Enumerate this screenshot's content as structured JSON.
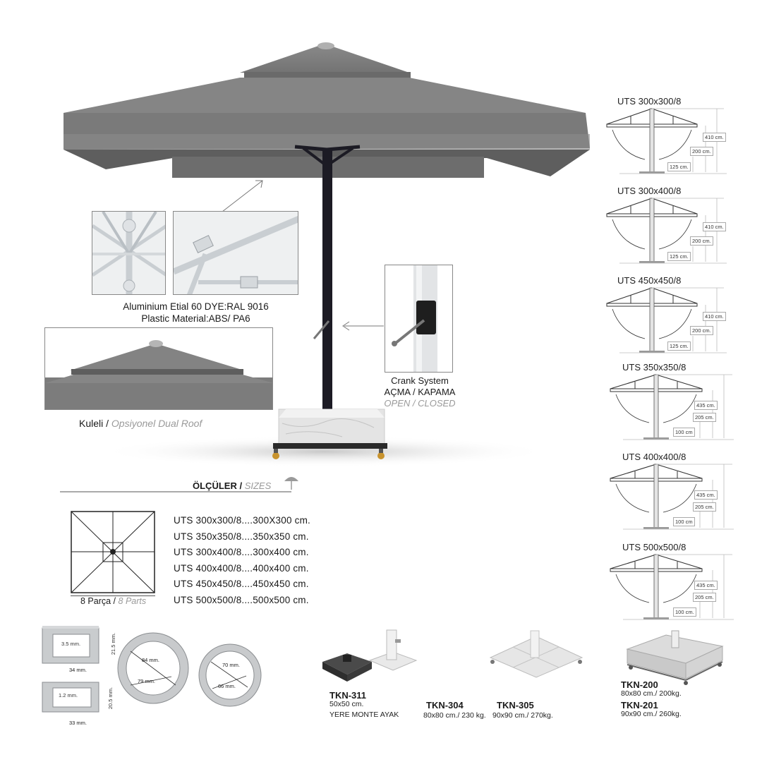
{
  "material": {
    "line1": "Aluminium Etial 60 DYE:RAL 9016",
    "line2": "Plastic Material:ABS/ PA6"
  },
  "crank": {
    "title": "Crank System",
    "tr": "AÇMA / KAPAMA",
    "en": "OPEN / CLOSED"
  },
  "roof": {
    "tr": "Kuleli /",
    "en": "Opsiyonel Dual Roof"
  },
  "sizes_header": {
    "tr": "ÖLÇÜLER /",
    "en": "SIZES"
  },
  "parts": {
    "tr": "8 Parça /",
    "en": "8 Parts"
  },
  "size_list": [
    "UTS 300x300/8....300X300 cm.",
    "UTS 350x350/8....350x350 cm.",
    "UTS 300x400/8....300x400 cm.",
    "UTS 400x400/8....400x400 cm.",
    "UTS 450x450/8....450x450 cm.",
    "UTS 500x500/8....500x500 cm."
  ],
  "diagrams": [
    {
      "title": "UTS 300x300/8",
      "h_total": "410 cm.",
      "h_mid": "200 cm.",
      "h_low": "125 cm."
    },
    {
      "title": "UTS 300x400/8",
      "h_total": "410 cm.",
      "h_mid": "200 cm.",
      "h_low": "125 cm."
    },
    {
      "title": "UTS 450x450/8",
      "h_total": "410 cm.",
      "h_mid": "200 cm.",
      "h_low": "125 cm."
    },
    {
      "title": "UTS 350x350/8",
      "h_total": "435 cm.",
      "h_mid": "205 cm.",
      "h_low": "100 cm"
    },
    {
      "title": "UTS 400x400/8",
      "h_total": "435 cm.",
      "h_mid": "205 cm.",
      "h_low": "100 cm"
    },
    {
      "title": "UTS 500x500/8",
      "h_total": "435 cm.",
      "h_mid": "205 cm.",
      "h_low": "100 cm."
    }
  ],
  "profiles": {
    "p1_w": "34 mm.",
    "p1_h": "21.5 mm.",
    "p1_t": "3.5 mm.",
    "p2_w": "33 mm.",
    "p2_h": "20.5 mm.",
    "p2_t": "1.2 mm.",
    "p3_a": "84 mm.",
    "p3_b": "79 mm.",
    "p4_a": "70 mm.",
    "p4_b": "66 mm."
  },
  "products": [
    {
      "code": "TKN-311",
      "sub1": "50x50 cm.",
      "sub2": "YERE MONTE AYAK"
    },
    {
      "code": "TKN-304",
      "sub1": "80x80 cm./ 230 kg."
    },
    {
      "code": "TKN-305",
      "sub1": "90x90 cm./ 270kg."
    },
    {
      "code": "TKN-200",
      "sub1": "80x80 cm./ 200kg."
    },
    {
      "code": "TKN-201",
      "sub1": "90x90 cm./ 260kg."
    }
  ],
  "colors": {
    "canopy": "#7b7b7b",
    "canopy_dark": "#5c5c5c",
    "pole": "#1c1b24",
    "line": "#555555"
  }
}
